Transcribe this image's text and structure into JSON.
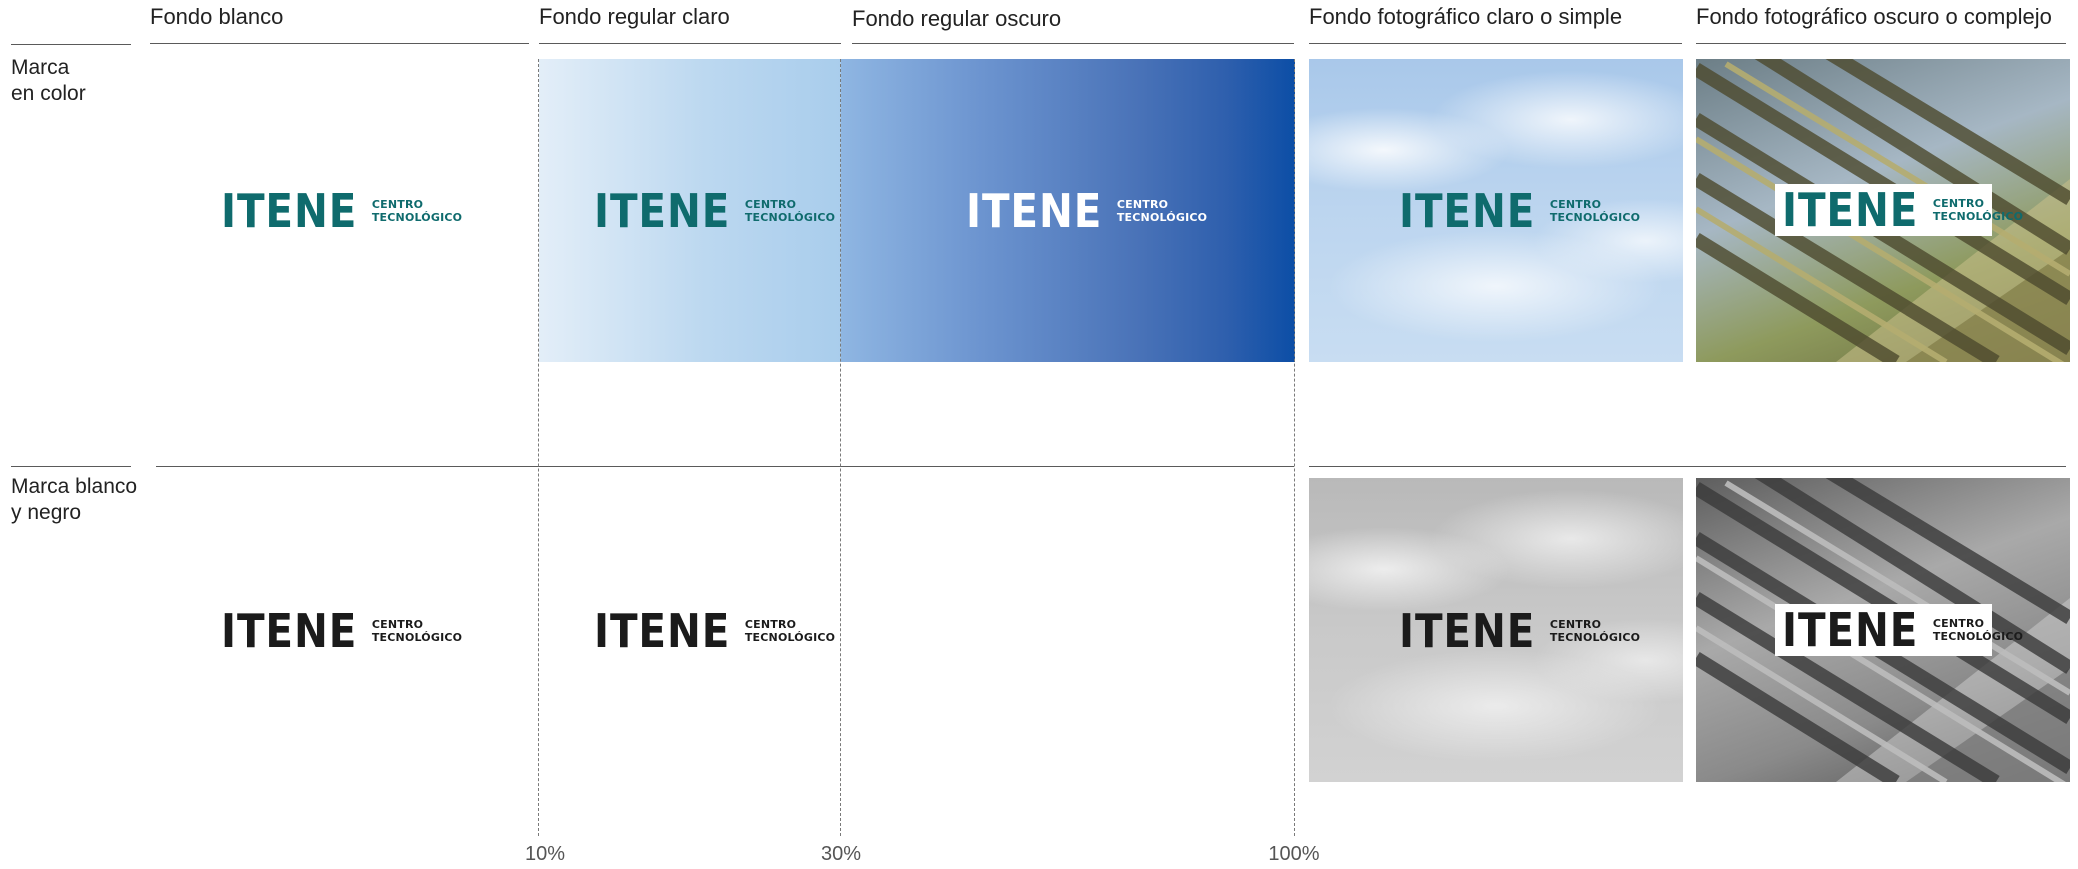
{
  "columns": {
    "white": "Fondo blanco",
    "light": "Fondo regular claro",
    "dark": "Fondo regular oscuro",
    "photo_light": "Fondo fotográfico claro o simple",
    "photo_dark": "Fondo fotográfico oscuro o complejo"
  },
  "rows": {
    "color_line1": "Marca",
    "color_line2": "en color",
    "bw_line1": "Marca blanco",
    "bw_line2": "y negro"
  },
  "logo": {
    "word": "ITENE",
    "sub1": "CENTRO",
    "sub2": "TECNOLÓGICO"
  },
  "scale": {
    "p10": "10%",
    "p30": "30%",
    "p100": "100%"
  },
  "colors": {
    "brand_teal": "#0f6b6d",
    "gradient_dark_end": "#0c4ea6",
    "logo_black": "#1b1b1b"
  }
}
